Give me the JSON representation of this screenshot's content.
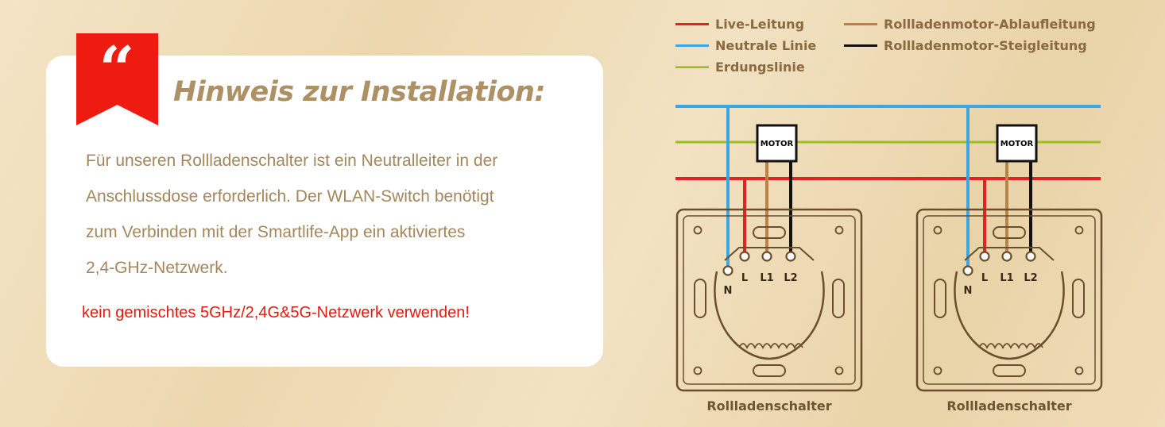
{
  "note": {
    "title": "Hinweis zur Installation:",
    "body": "Für unseren Rollladenschalter ist ein Neutralleiter in der\nAnschlussdose erforderlich. Der WLAN-Switch benötigt\nzum Verbinden mit der Smartlife-App ein aktiviertes\n2,4-GHz-Netzwerk.",
    "warning": "kein gemischtes 5GHz/2,4G&5G-Netzwerk verwenden!",
    "accent_color": "#ee1c10",
    "title_color": "#ad9063"
  },
  "legend": [
    {
      "label": "Live-Leitung",
      "color": "#e52222"
    },
    {
      "label": "Neutrale Linie",
      "color": "#3aa6e2"
    },
    {
      "label": "Erdungslinie",
      "color": "#9bbf1e"
    },
    {
      "label": "Rollladenmotor-Ablaufleitung",
      "color": "#b7834a"
    },
    {
      "label": "Rollladenmotor-Steigleitung",
      "color": "#111111"
    }
  ],
  "diagram": {
    "motor_label": "MOTOR",
    "terminals": [
      "N",
      "L",
      "L1",
      "L2"
    ],
    "switches": [
      {
        "caption": "Rollladenschalter"
      },
      {
        "caption": "Rollladenschalter"
      }
    ]
  }
}
